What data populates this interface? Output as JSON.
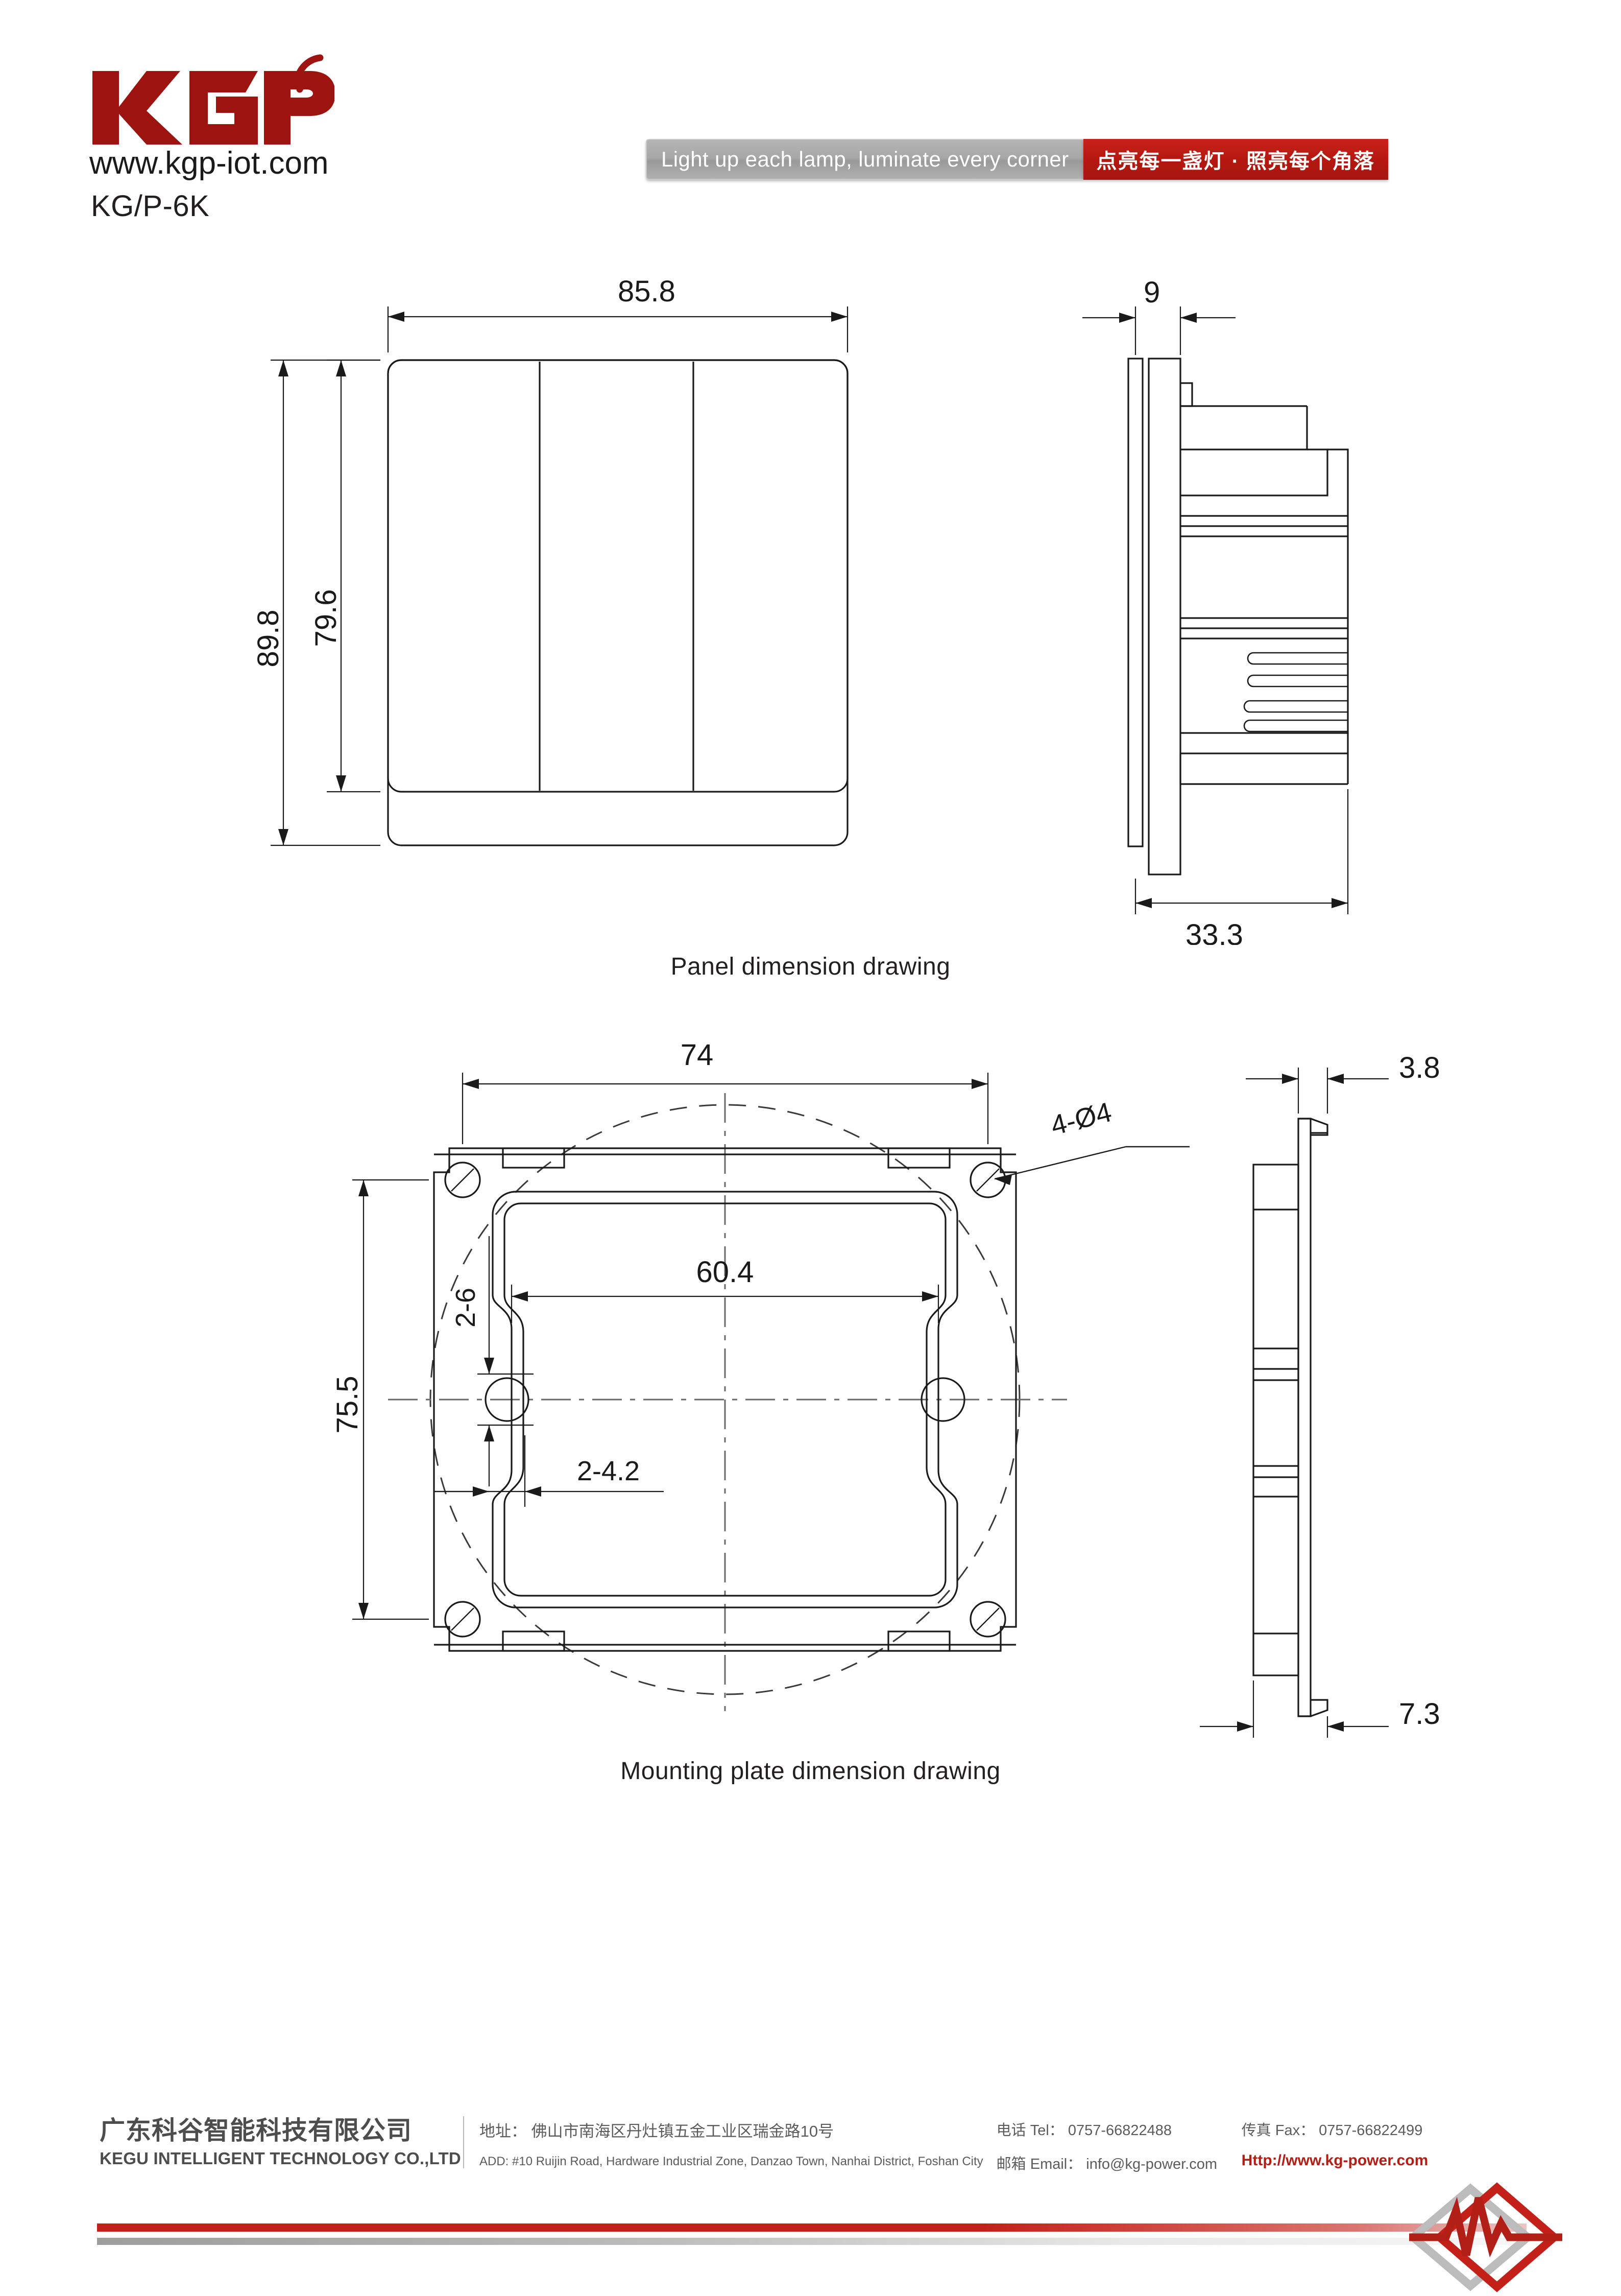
{
  "header": {
    "logo_text": "KGP",
    "logo_url": "www.kgp-iot.com",
    "model_code": "KG/P-6K",
    "slogan_en": "Light up each lamp, luminate every corner",
    "slogan_cn": "点亮每一盏灯 · 照亮每个角落",
    "accent_red": "#b51810",
    "slogan_gray": "#a8a8a8"
  },
  "drawings": {
    "panel": {
      "caption": "Panel dimension drawing",
      "front": {
        "width": "85.8",
        "height_outer": "89.8",
        "height_inner": "79.6",
        "rocker_count": 3
      },
      "side": {
        "panel_thickness": "9",
        "total_depth": "33.3"
      }
    },
    "plate": {
      "caption": "Mounting plate dimension drawing",
      "front": {
        "width": "74",
        "height": "75.5",
        "cutout_width": "60.4",
        "slot_height": "2-6",
        "slot_width": "2-4.2",
        "screw_holes": "4-Ø4"
      },
      "side": {
        "thickness": "3.8",
        "depth": "7.3"
      }
    }
  },
  "footer": {
    "company_cn": "广东科谷智能科技有限公司",
    "company_en": "KEGU INTELLIGENT TECHNOLOGY CO.,LTD",
    "address_cn": "地址： 佛山市南海区丹灶镇五金工业区瑞金路10号",
    "address_en": "ADD:  #10 Ruijin Road, Hardware Industrial Zone, Danzao Town, Nanhai District, Foshan City",
    "tel": "电话 Tel： 0757-66822488",
    "fax": "传真 Fax： 0757-66822499",
    "email": "邮箱 Email： info@kg-power.com",
    "website": "Http://www.kg-power.com"
  }
}
